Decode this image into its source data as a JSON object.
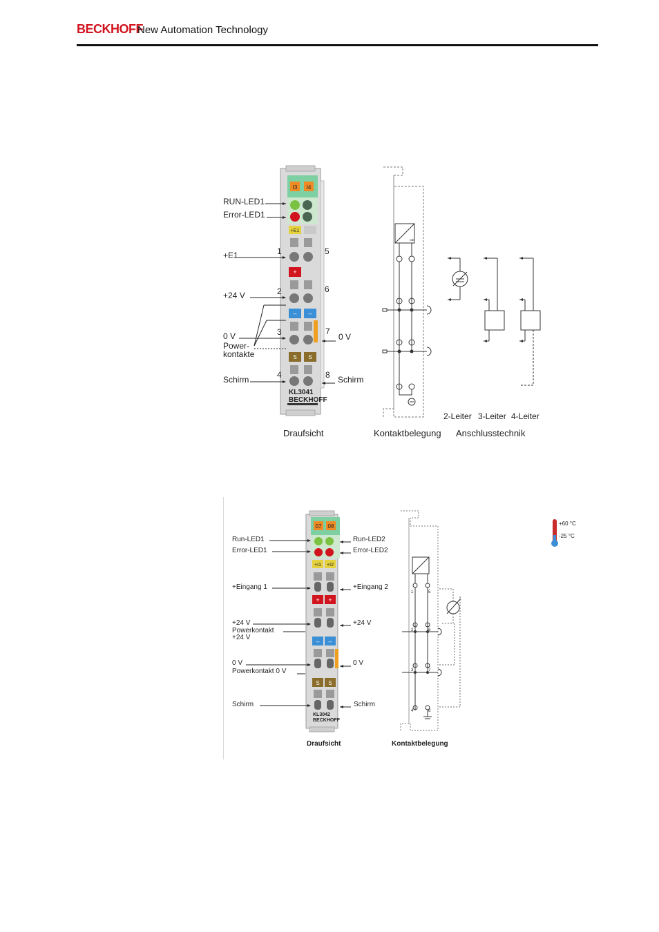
{
  "header": {
    "brand": "BECKHOFF",
    "tagline": "New Automation Technology",
    "brand_color": "#d2141e"
  },
  "figure1": {
    "terminal": {
      "name_line1": "KL3041",
      "name_line2": "BECKHOFF",
      "tabs": [
        "I3",
        "I4"
      ],
      "input_tab": "+E1",
      "plus_tab": "+",
      "minus_tabs": [
        "–",
        "–"
      ],
      "shield_tabs": [
        "S",
        "S"
      ]
    },
    "labels": {
      "run_led": "RUN-LED1",
      "error_led": "Error-LED1",
      "e1": "+E1",
      "v24": "+24 V",
      "v0": "0 V",
      "power": "Power-",
      "kontakte": "kontakte",
      "schirm_left": "Schirm",
      "schirm_right": "Schirm",
      "v0_right": "0 V"
    },
    "pins": [
      "1",
      "2",
      "3",
      "4",
      "5",
      "6",
      "7",
      "8"
    ],
    "connection_types": [
      "2-Leiter",
      "3-Leiter",
      "4-Leiter"
    ],
    "captions": {
      "top_view": "Draufsicht",
      "contact": "Kontaktbelegung",
      "connection": "Anschlusstechnik"
    }
  },
  "figure2": {
    "terminal": {
      "name_line1": "KL3042",
      "name_line2": "BECKHOFF",
      "tabs": [
        "07",
        "08"
      ],
      "input_tabs": [
        "+I1",
        "+I2"
      ],
      "plus_tabs": [
        "+",
        "+"
      ],
      "minus_tabs": [
        "–",
        "–"
      ],
      "shield_tabs": [
        "S",
        "S"
      ]
    },
    "labels": {
      "run_led1": "Run-LED1",
      "error_led1": "Error-LED1",
      "run_led2": "Run-LED2",
      "error_led2": "Error-LED2",
      "input1": "+Eingang 1",
      "input2": "+Eingang 2",
      "v24_left": "+24 V",
      "power24": "Powerkontakt",
      "power24b": "+24 V",
      "v24_right": "+24 V",
      "v0_left": "0 V",
      "power0": "Powerkontakt 0 V",
      "v0_right": "0 V",
      "schirm_left": "Schirm",
      "schirm_right": "Schirm"
    },
    "pins": [
      "1",
      "5",
      "2",
      "6",
      "3",
      "7",
      "4",
      "8"
    ],
    "temperature": {
      "max": "+60 °C",
      "min": "-25 °C"
    },
    "captions": {
      "top_view": "Draufsicht",
      "contact": "Kontaktbelegung"
    }
  },
  "colors": {
    "led_green": "#7cc242",
    "led_red": "#d2141e",
    "tab_orange": "#f08a24",
    "tab_red": "#d2141e",
    "tab_blue": "#3a8fd6",
    "tab_olive": "#8a6d2a",
    "tab_yellow": "#e6d23c",
    "head_green": "#7ed0a2"
  }
}
